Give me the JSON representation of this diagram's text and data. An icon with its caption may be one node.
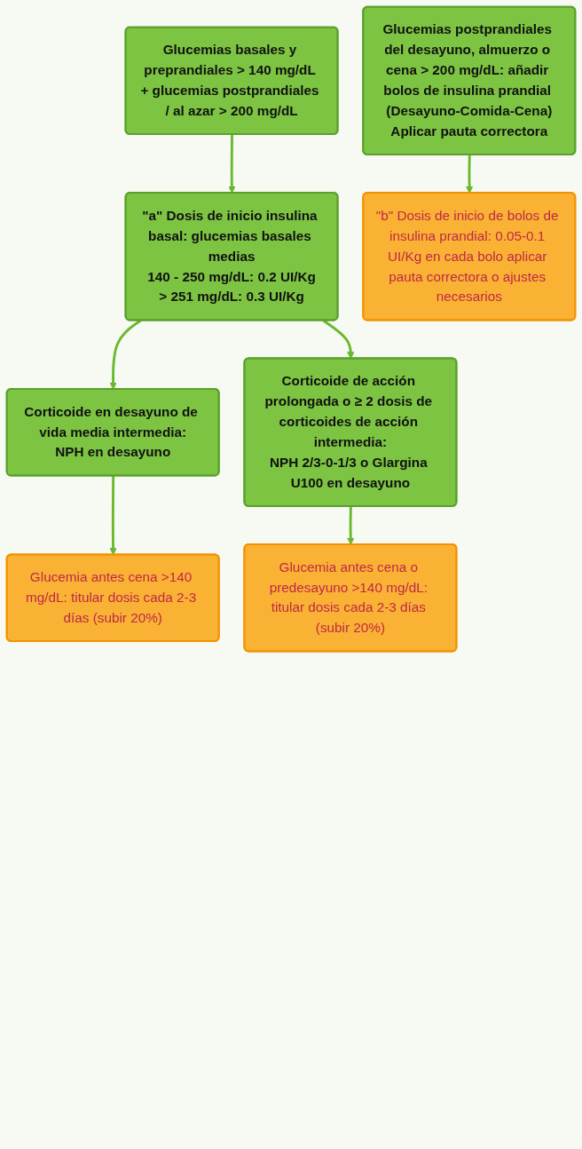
{
  "diagram": {
    "nodes": [
      {
        "text": [
          "Glucemias basales y preprandiales > 140 mg/dL + glucemias postprandiales / al azar > 200 mg/dL"
        ]
      },
      {
        "text": [
          "\"a\" Dosis de inicio insulina basal: glucemias basales medias",
          "140 - 250 mg/dL: 0.2 UI/Kg",
          "> 251 mg/dL: 0.3 UI/Kg"
        ]
      },
      {
        "text": [
          "Corticoide en desayuno de vida media intermedia:",
          "NPH en desayuno"
        ]
      },
      {
        "text": [
          "Glucemia antes cena >140 mg/dL: titular dosis cada 2-3 días (subir 20%)"
        ]
      },
      {
        "text": [
          "Corticoide de acción prolongada o ≥ 2 dosis de corticoides de acción intermedia:",
          "NPH 2/3-0-1/3 o Glargina U100 en desayuno"
        ]
      },
      {
        "text": [
          "Glucemia antes cena o predesayuno >140 mg/dL: titular dosis cada 2-3 días (subir 20%)"
        ]
      },
      {
        "text": [
          "Glucemias postprandiales del desayuno, almuerzo o cena > 200 mg/dL: añadir bolos de insulina prandial (Desayuno-Comida-Cena)",
          "Aplicar pauta correctora"
        ]
      },
      {
        "text": [
          "\"b\" Dosis de inicio de bolos de insulina prandial: 0.05-0.1 UI/Kg en cada bolo aplicar pauta correctora o ajustes necesarios"
        ]
      }
    ],
    "edges": [
      {
        "from": 0,
        "to": 1,
        "arrow": "to"
      },
      {
        "from": 1,
        "to": 2,
        "arrow": "to"
      },
      {
        "from": 1,
        "to": 4,
        "arrow": "to"
      },
      {
        "from": 2,
        "to": 3,
        "arrow": "to"
      },
      {
        "from": 4,
        "to": 5,
        "arrow": "to"
      },
      {
        "from": 6,
        "to": 7,
        "arrow": "to"
      }
    ]
  }
}
